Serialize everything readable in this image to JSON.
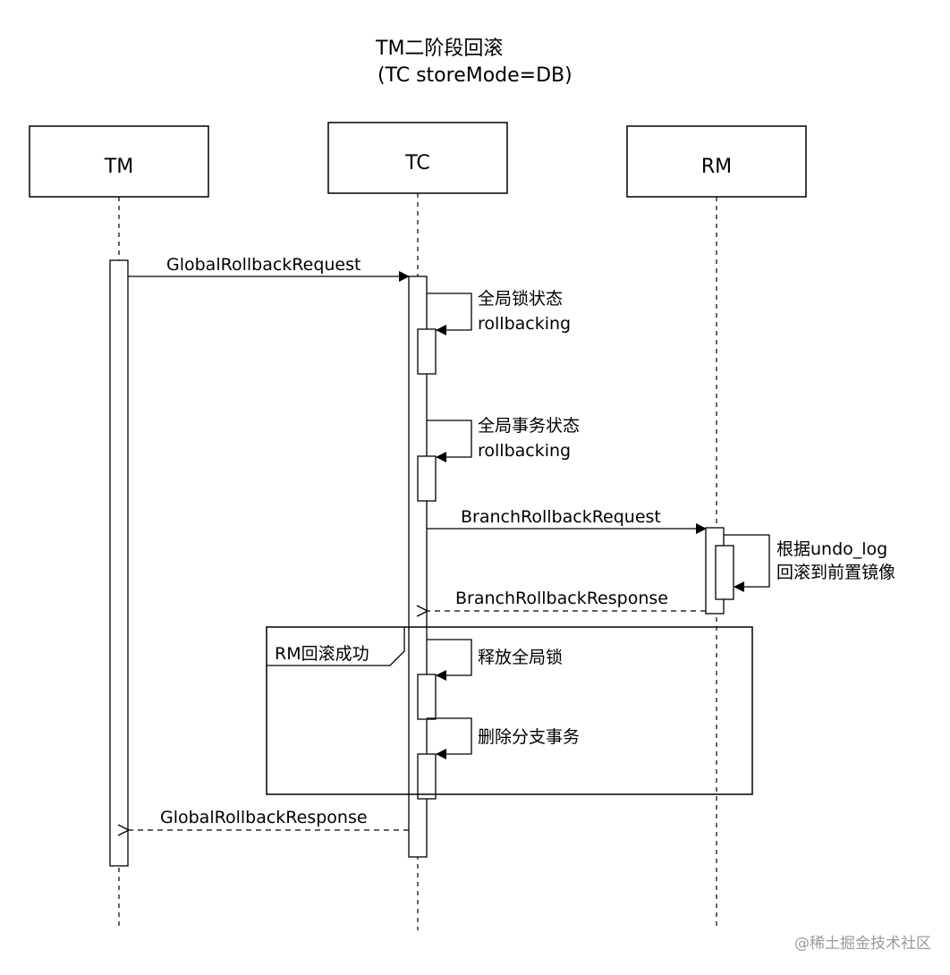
{
  "title": {
    "line1": "TM二阶段回滚",
    "line2": "(TC storeMode=DB)"
  },
  "participants": [
    {
      "id": "tm",
      "name": "TM"
    },
    {
      "id": "tc",
      "name": "TC"
    },
    {
      "id": "rm",
      "name": "RM"
    }
  ],
  "messages": {
    "global_rollback_request": "GlobalRollbackRequest",
    "lock_status": {
      "line1": "全局锁状态",
      "line2": "rollbacking"
    },
    "tx_status": {
      "line1": "全局事务状态",
      "line2": "rollbacking"
    },
    "branch_rollback_request": "BranchRollbackRequest",
    "rm_undo": {
      "line1": "根据undo_log",
      "line2": "回滚到前置镜像"
    },
    "branch_rollback_response": "BranchRollbackResponse",
    "release_lock": "释放全局锁",
    "delete_branch": "删除分支事务",
    "global_rollback_response": "GlobalRollbackResponse"
  },
  "fragment": {
    "label": "RM回滚成功"
  },
  "watermark": "@稀土掘金技术社区"
}
